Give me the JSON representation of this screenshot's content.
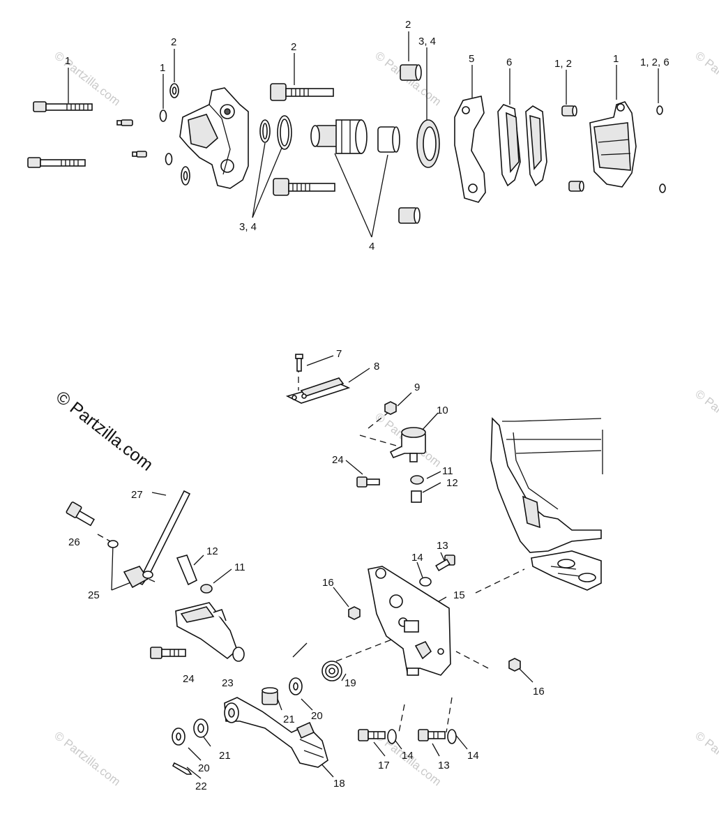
{
  "watermark": {
    "main": "© Partzilla.com",
    "faint": "© Partzilla.com"
  },
  "labels": {
    "top": {
      "bolt_left": "1",
      "washer_upper": "2",
      "washer_small": "1",
      "pin_upper": "2",
      "seal_pair": "3, 4",
      "piston_kit": "4",
      "bushing_upper": "2",
      "piston_seal": "3, 4",
      "bracket": "5",
      "pads": "6",
      "bushing_right": "1,  2",
      "caliper": "1",
      "clip": "1, 2, 6"
    },
    "bottom": {
      "l7": "7",
      "l8": "8",
      "l9": "9",
      "l10": "10",
      "l24a": "24",
      "l11a": "11",
      "l12a": "12",
      "l27": "27",
      "l26": "26",
      "l25": "25",
      "l12b": "12",
      "l11b": "11",
      "l13a": "13",
      "l14a": "14",
      "l16a": "16",
      "l15": "15",
      "l24b": "24",
      "l23": "23",
      "l19": "19",
      "l16b": "16",
      "l21a": "21",
      "l20a": "20",
      "l21b": "21",
      "l20b": "20",
      "l22": "22",
      "l18": "18",
      "l17": "17",
      "l14b": "14",
      "l13b": "13",
      "l14c": "14"
    }
  }
}
